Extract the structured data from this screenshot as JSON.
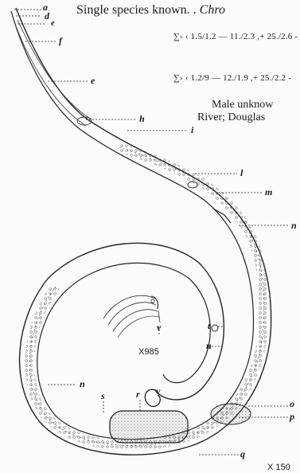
{
  "header": {
    "text": "Single species known. . ",
    "italic": "Chro"
  },
  "formulas": {
    "line1": "∑› ‹ 1.5/1.2 — 11./2.3 ,+ 25./2.6 -",
    "line2": "∑› ‹ 1.2/9 — 12./1.9 ,+ 25./2.2 -"
  },
  "note": {
    "line1": "Male unknow",
    "line2": "River; Douglas"
  },
  "labels": {
    "a": "a",
    "d": "d",
    "e_top": "e",
    "f": "f",
    "e": "e",
    "h": "h",
    "i": "i",
    "l": "l",
    "m": "m",
    "n_right": "n",
    "t": "t",
    "u": "u",
    "v_inset": "v",
    "n_left": "n",
    "s": "s",
    "r": "r",
    "v": "v",
    "o": "o",
    "p": "p",
    "q": "q"
  },
  "magnifications": {
    "inset": "X985",
    "main": "X 150"
  }
}
